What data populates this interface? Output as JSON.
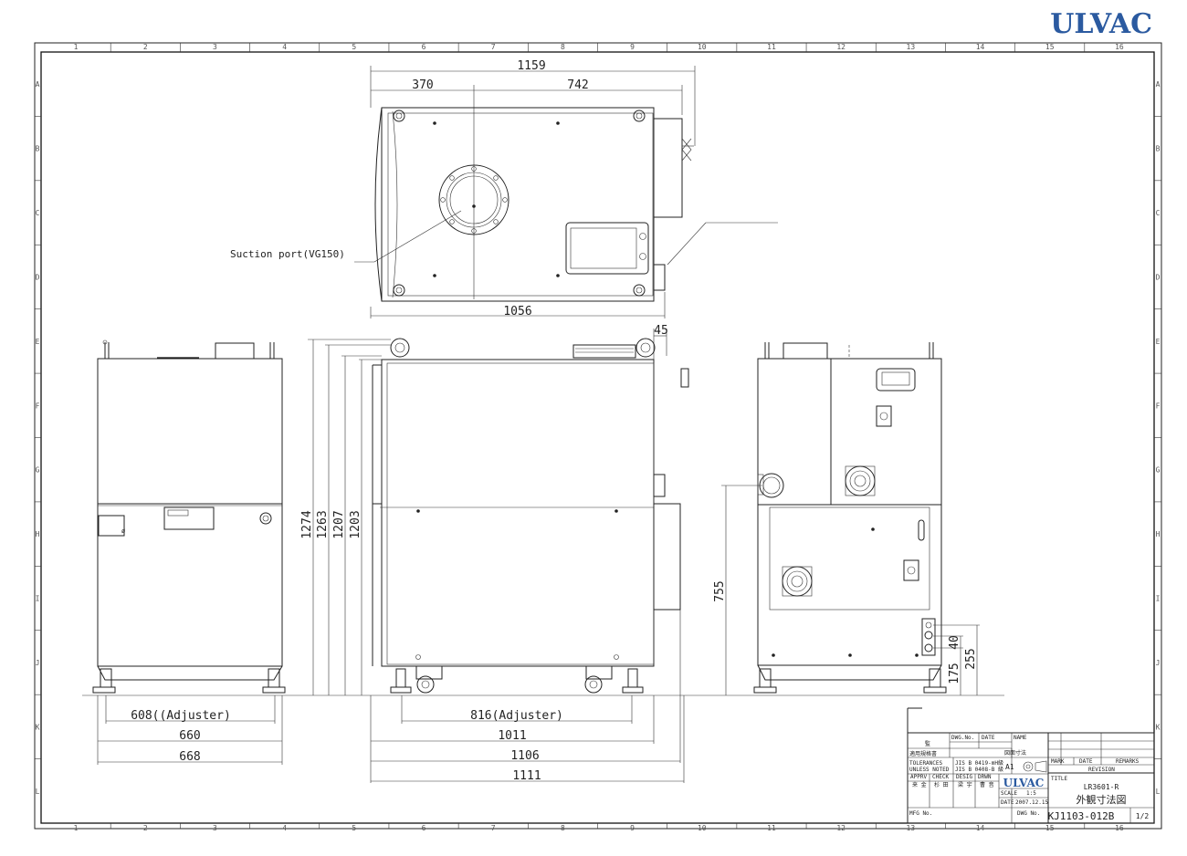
{
  "brand": {
    "logo": "ULVAC"
  },
  "grid": {
    "columns": [
      "1",
      "2",
      "3",
      "4",
      "5",
      "6",
      "7",
      "8",
      "9",
      "10",
      "11",
      "12",
      "13",
      "14",
      "15",
      "16"
    ],
    "rows": [
      "A",
      "B",
      "C",
      "D",
      "E",
      "F",
      "G",
      "H",
      "I",
      "J",
      "K",
      "L"
    ]
  },
  "top_view": {
    "dim_total_width": "1159",
    "dim_left": "370",
    "dim_right": "742",
    "dim_bottom": "1056",
    "callout_suction": "Suction port(VG150)"
  },
  "front_view": {
    "dim_adjuster": "608((Adjuster)",
    "dim_width_1": "660",
    "dim_width_2": "668"
  },
  "side_view": {
    "dim_top_offset": "45",
    "dim_h1": "1274",
    "dim_h2": "1263",
    "dim_h3": "1207",
    "dim_h4": "1203",
    "dim_adjuster": "816(Adjuster)",
    "dim_len_1": "1011",
    "dim_len_2": "1106",
    "dim_len_3": "1111"
  },
  "rear_view": {
    "dim_port_height": "755",
    "dim_175": "175",
    "dim_40": "40",
    "dim_255": "255"
  },
  "title_block": {
    "dwg_no_label": "DWG.No.",
    "date_label": "DATE",
    "name_label": "NAME",
    "approval_mark": "監",
    "material_label": "適用規格書",
    "tolerance_1": "TOLERANCES",
    "tolerance_2": "UNLESS NOTED",
    "standard_1": "JIS B 0419-mH級",
    "standard_2": "JIS B 0408-B 級",
    "size_label": "図面寸法",
    "size_value": "A1",
    "role_1": "APPRV",
    "role_2": "CHECK",
    "role_3": "DESIG",
    "role_4": "DRWN",
    "name_1": "来 金",
    "name_2": "杉 田",
    "name_3": "梁 宇",
    "name_4": "曹 音",
    "company": "ULVAC",
    "scale_label": "SCALE",
    "scale_value": "1:5",
    "date_label_2": "DATE",
    "date_value": "2007.12.15",
    "mark_label": "MARK",
    "date_col_label": "DATE",
    "remarks_label": "REMARKS",
    "revision_label": "REVISION",
    "title_label": "TITLE",
    "model": "LR3601-R",
    "drawing_title": "外観寸法図",
    "mfg_label": "MFG No.",
    "dwg_label": "DWG No.",
    "drawing_number": "KJ1103-012B",
    "sheet": "1/2"
  }
}
